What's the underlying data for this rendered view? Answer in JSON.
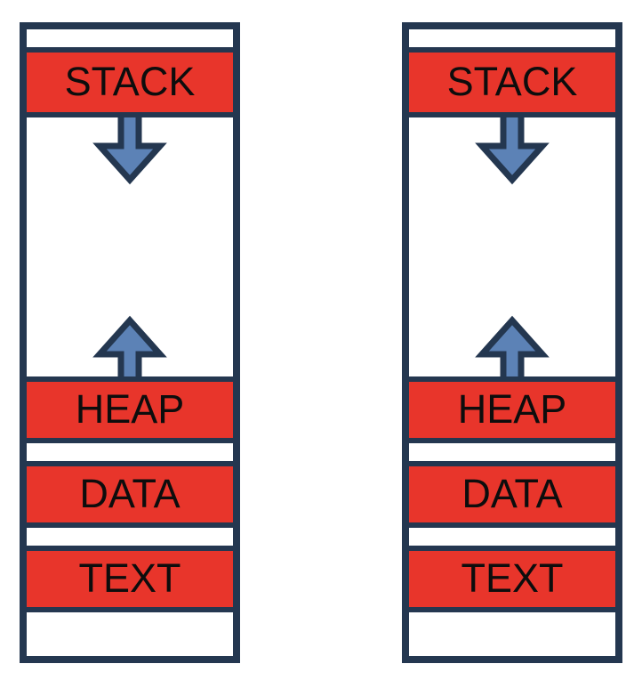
{
  "colors": {
    "outline": "#243750",
    "band_fill": "#E8352B",
    "arrow_fill": "#5C82B6",
    "label_color": "#0d0d0d",
    "background": "#ffffff"
  },
  "diagrams": [
    {
      "name": "process-memory-layout-left",
      "stack": "STACK",
      "heap": "HEAP",
      "data_segment": "DATA",
      "text_segment": "TEXT",
      "arrows": [
        "stack-grows-down",
        "heap-grows-up"
      ]
    },
    {
      "name": "process-memory-layout-right",
      "stack": "STACK",
      "heap": "HEAP",
      "data_segment": "DATA",
      "text_segment": "TEXT",
      "arrows": [
        "stack-grows-down",
        "heap-grows-up"
      ]
    }
  ]
}
